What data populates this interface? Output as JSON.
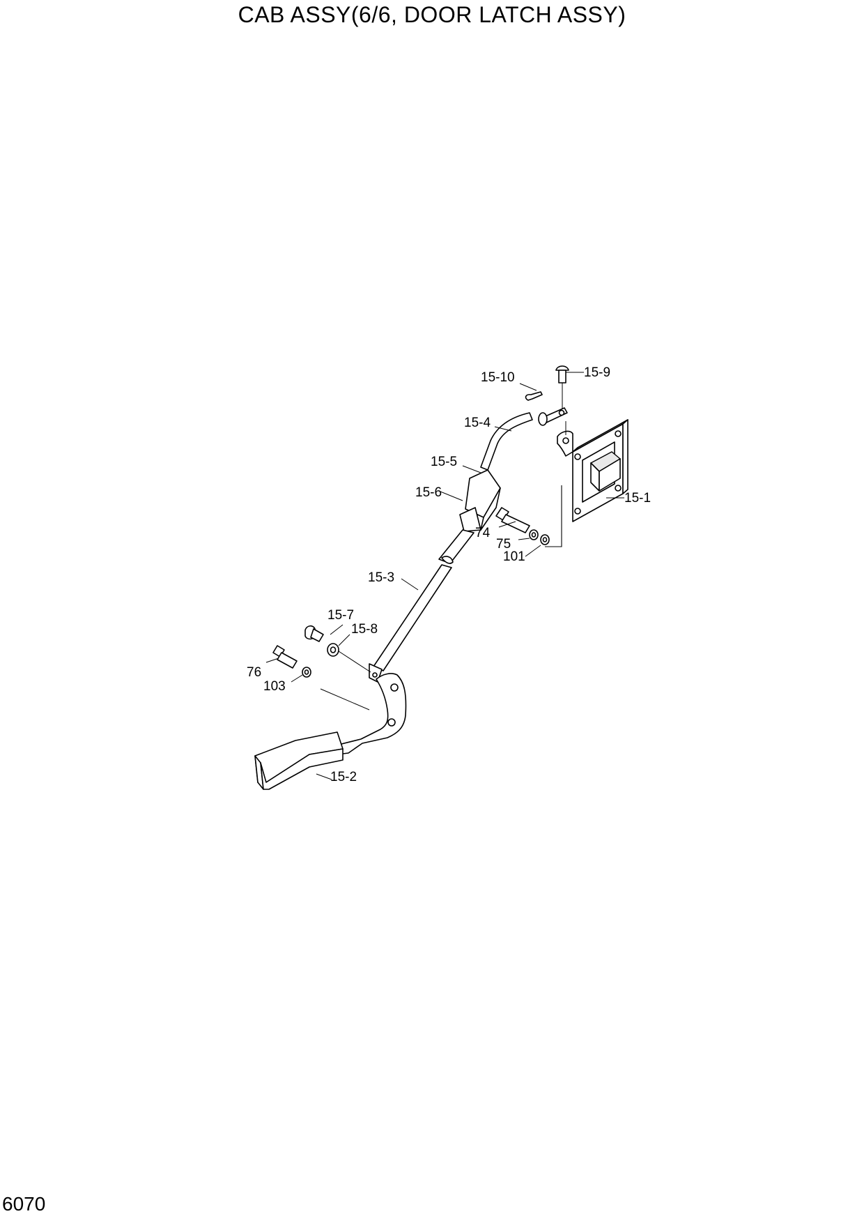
{
  "title": "CAB ASSY(6/6, DOOR LATCH ASSY)",
  "page_number": "6070",
  "callouts": {
    "c15_10": "15-10",
    "c15_9": "15-9",
    "c15_4": "15-4",
    "c15_5": "15-5",
    "c15_6": "15-6",
    "c15_1": "15-1",
    "c74": "74",
    "c75": "75",
    "c101": "101",
    "c15_3": "15-3",
    "c15_7": "15-7",
    "c15_8": "15-8",
    "c76": "76",
    "c103": "103",
    "c15_2": "15-2"
  }
}
